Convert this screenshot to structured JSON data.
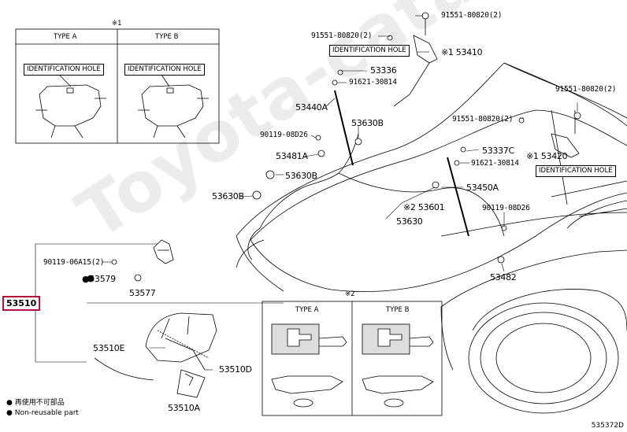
{
  "watermark": "Toyota-catalog.ru",
  "diagram_code": "535372D",
  "legend": {
    "line1": "再使用不可部品",
    "line2": "Non-reusable part"
  },
  "inset_top": {
    "mark": "※1",
    "type_a": "TYPE A",
    "type_b": "TYPE B",
    "id_hole_a": "IDENTIFICATION HOLE",
    "id_hole_b": "IDENTIFICATION HOLE"
  },
  "inset_bottom": {
    "mark": "※2",
    "type_a": "TYPE A",
    "type_b": "TYPE B"
  },
  "labels": {
    "p91551_top": "91551-80820(2)",
    "p91551_left": "91551-80820(2)",
    "id_hole_top": "IDENTIFICATION HOLE",
    "p53410": "※1 53410",
    "p53336": "53336",
    "p91621_a": "91621-30814",
    "p53440A": "53440A",
    "p53630B_a": "53630B",
    "p90119_a": "90119-08D26",
    "p53481A": "53481A",
    "p53630B_b": "53630B",
    "p53630B_c": "53630B",
    "p53630": "53630",
    "p53601": "※2 53601",
    "p53450A": "53450A",
    "p53337C": "53337C",
    "p91621_b": "91621-30814",
    "p91551_right1": "91551-80820(2)",
    "p91551_right2": "91551-80820(2)",
    "p53420": "※1 53420",
    "id_hole_right": "IDENTIFICATION HOLE",
    "p90119_b": "90119-08D26",
    "p53482": "53482",
    "p90119_06A15": "90119-06A15(2)",
    "p53579": "●53579",
    "p53577": "53577",
    "p53510": "53510",
    "p53510E": "53510E",
    "p53510D": "53510D",
    "p53510A": "53510A"
  }
}
